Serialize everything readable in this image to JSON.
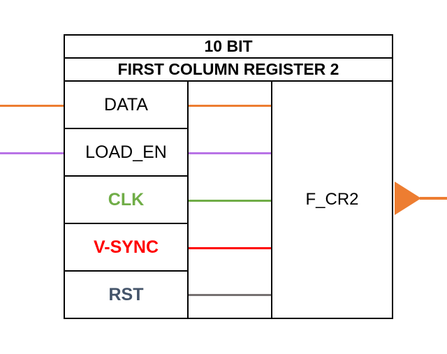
{
  "title": {
    "line1": "10 BIT",
    "line2": "FIRST COLUMN REGISTER 2"
  },
  "ports": [
    {
      "label": "DATA",
      "text_color": "#000000",
      "wire_color": "#ED7D31",
      "external_input": true
    },
    {
      "label": "LOAD_EN",
      "text_color": "#000000",
      "wire_color": "#B873E6",
      "external_input": true
    },
    {
      "label": "CLK",
      "text_color": "#70AD47",
      "wire_color": "#70AD47",
      "external_input": false
    },
    {
      "label": "V-SYNC",
      "text_color": "#FF0000",
      "wire_color": "#FF0000",
      "external_input": false
    },
    {
      "label": "RST",
      "text_color": "#44546A",
      "wire_color": "#767171",
      "external_input": false
    }
  ],
  "output": {
    "label": "F_CR2",
    "text_color": "#000000",
    "wire_color": "#ED7D31"
  }
}
